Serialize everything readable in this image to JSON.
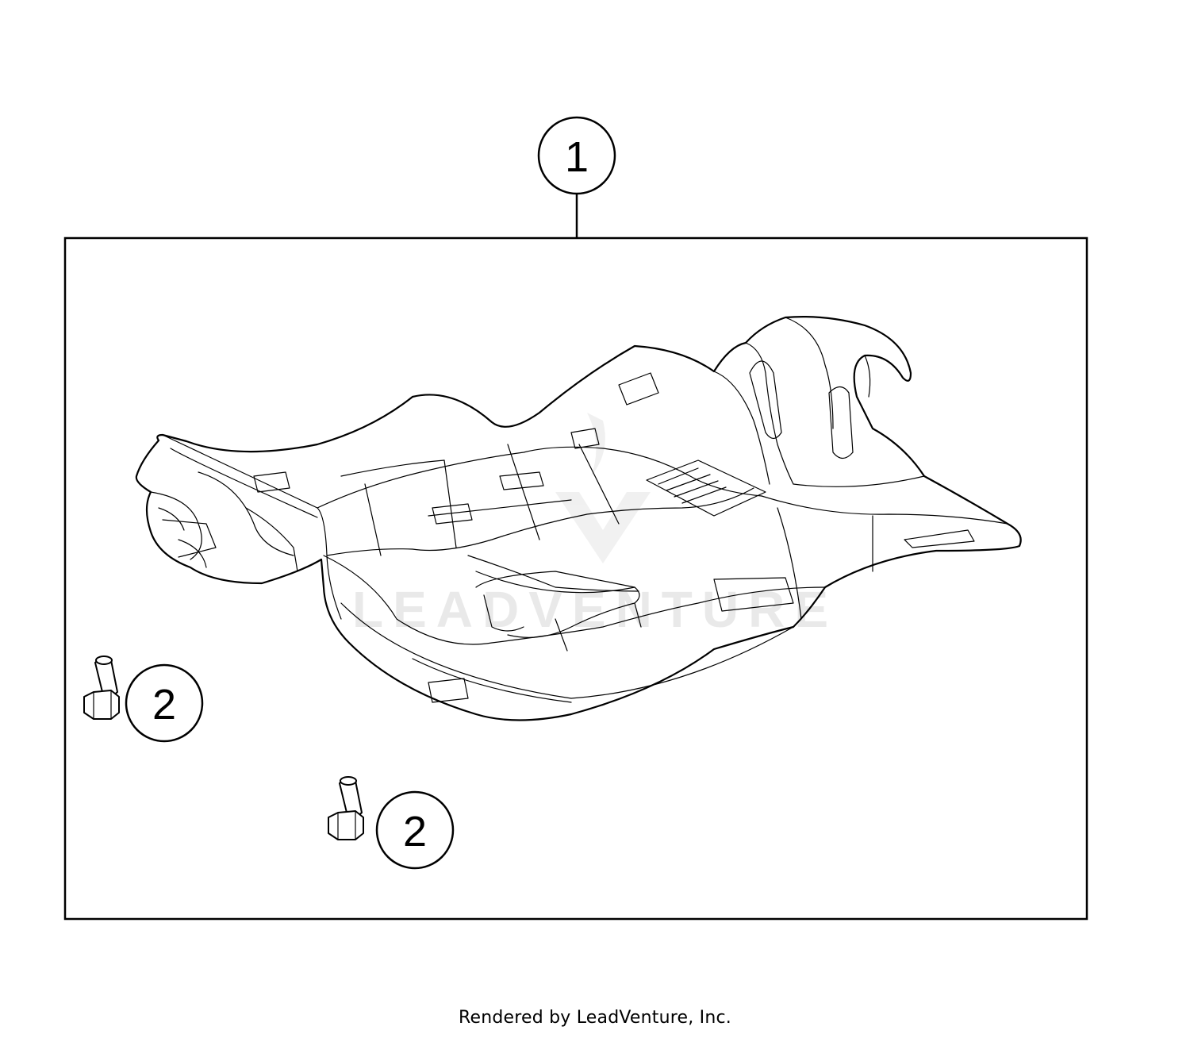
{
  "callouts": {
    "part_1": "1",
    "part_2a": "2",
    "part_2b": "2"
  },
  "watermark": "LEADVENTURE",
  "footer": {
    "credit": "Rendered by LeadVenture, Inc."
  }
}
